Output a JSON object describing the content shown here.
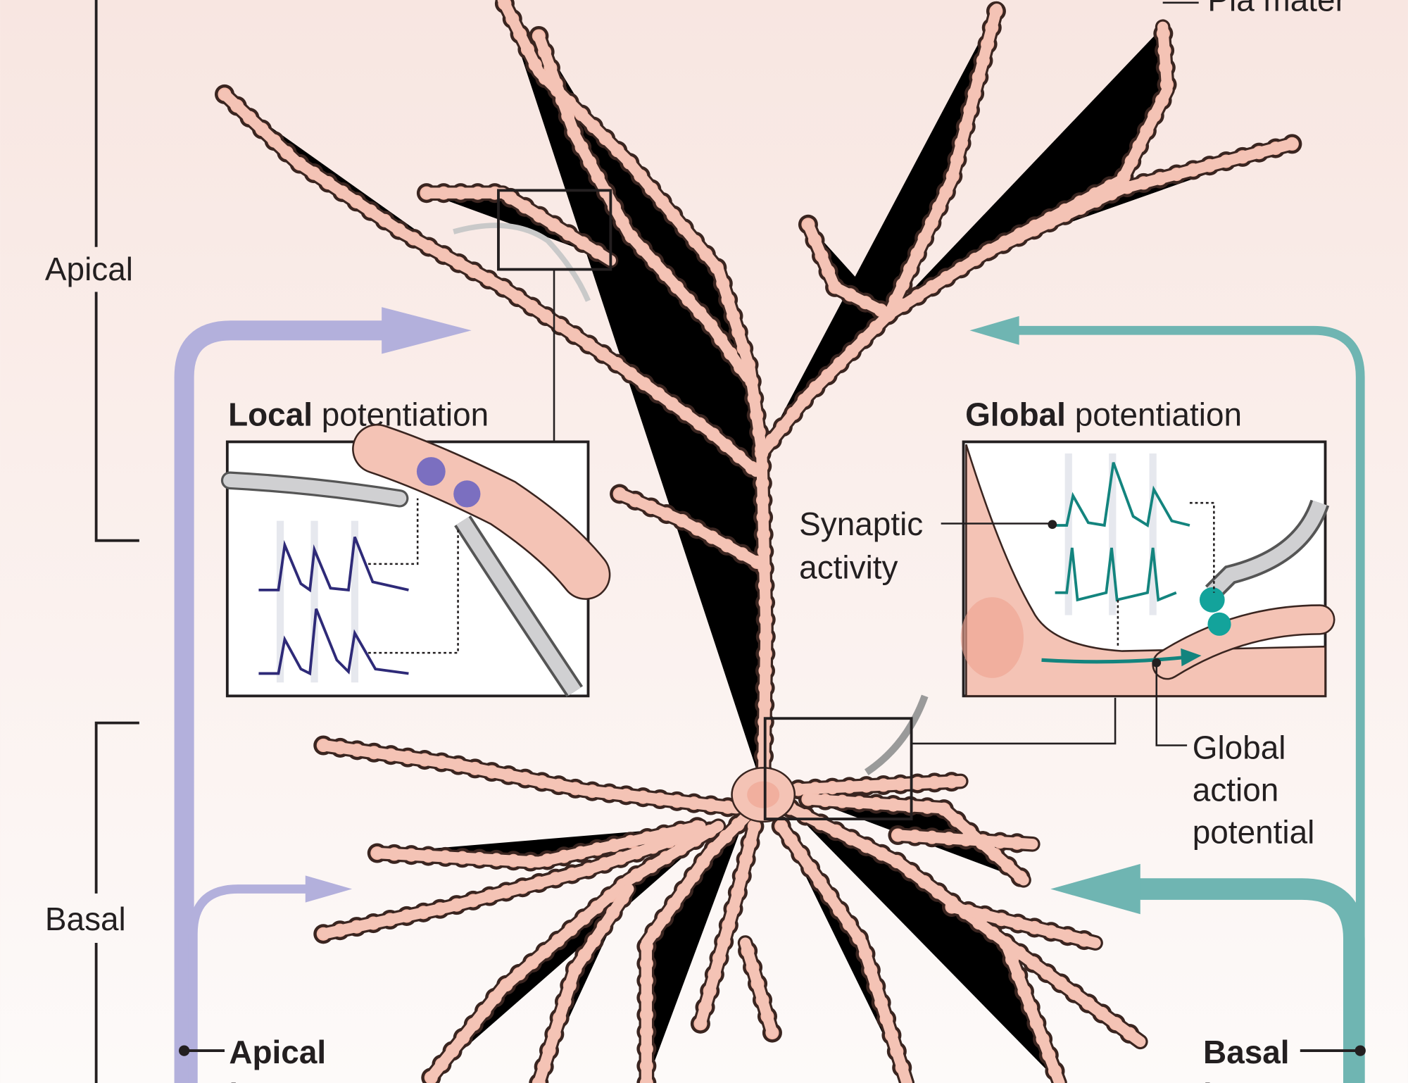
{
  "labels": {
    "pia_mater": "Pia mater",
    "apical": "Apical",
    "basal": "Basal",
    "local_bold": "Local",
    "local_rest": " potentiation",
    "global_bold": "Global",
    "global_rest": " potentiation",
    "synaptic_1": "Synaptic",
    "synaptic_2": "activity",
    "gap_1": "Global",
    "gap_2": "action",
    "gap_3": "potential",
    "apical_input_1": "Apical",
    "apical_input_2": "inputs",
    "basal_input_1": "Basal",
    "basal_input_2": "inputs"
  },
  "colors": {
    "background": "#faf0ed",
    "dendrite": "#f4c3b5",
    "apical_pathway": "#b3b0dc",
    "basal_pathway": "#6fb5b2",
    "local_trace": "#2e2a78",
    "global_trace": "#13847e"
  }
}
